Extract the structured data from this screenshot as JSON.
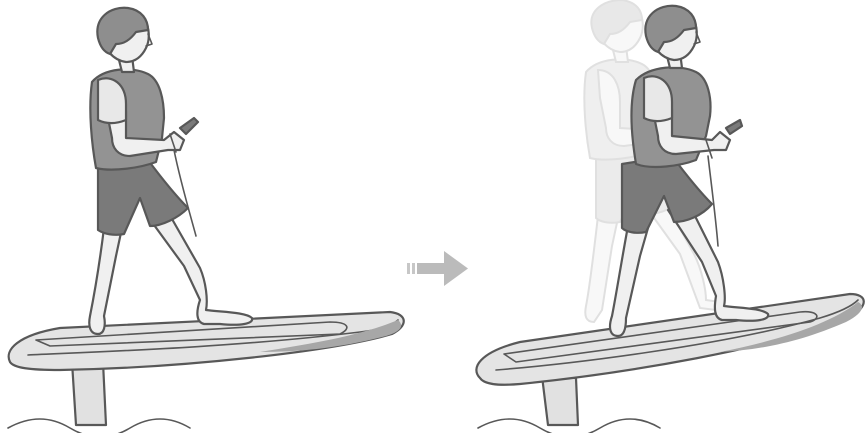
{
  "scene": {
    "panels": [
      {
        "id": "before",
        "subject": "rider-standing-on-efoil"
      },
      {
        "id": "after",
        "subject": "rider-leaning-forward-on-efoil"
      }
    ],
    "transition": {
      "icon": "arrow-right-icon"
    }
  },
  "colors": {
    "background": "#ffffff",
    "outline": "#585858",
    "skin_hair": "#8e8e8e",
    "shirt_shorts": "#7a7a7a",
    "vest": "#939393",
    "board_top": "#e4e4e4",
    "board_side": "#bdbdbd",
    "board_accent": "#a3a3a3",
    "ghost": "#c9c9c9",
    "arrow": "#bbbbbb"
  }
}
